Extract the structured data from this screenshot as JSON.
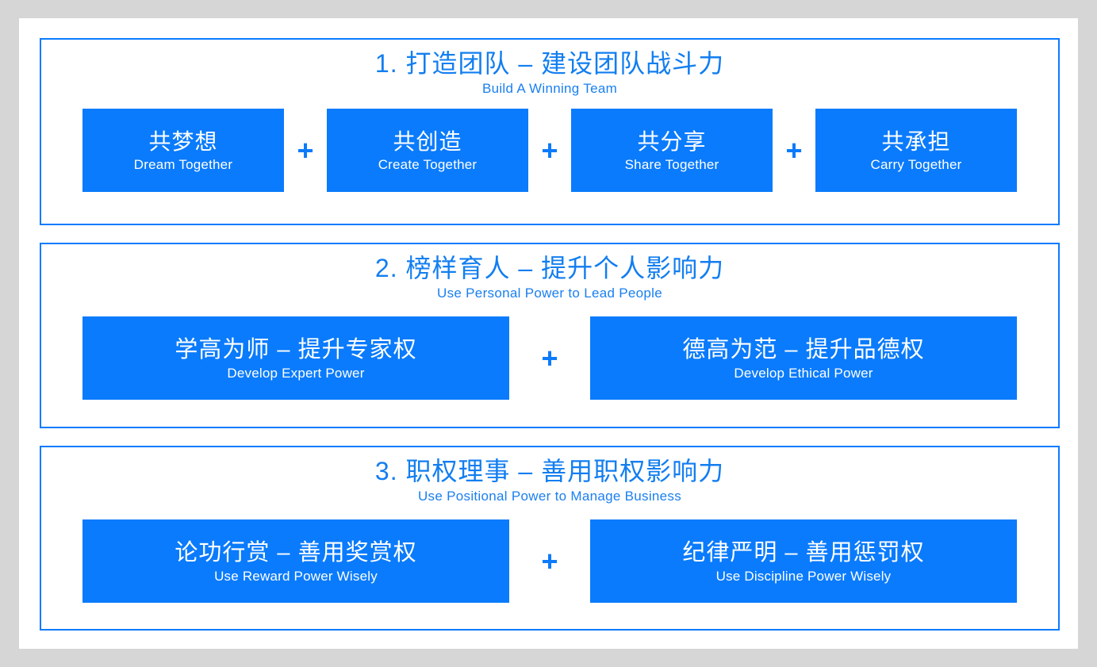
{
  "theme": {
    "page_background": "#d6d6d6",
    "canvas_background": "#ffffff",
    "frame_border": "#0b7bfc",
    "card_fill": "#0a7bfc",
    "card_text": "#ffffff",
    "heading_text": "#127ef0",
    "plus_symbol": "+"
  },
  "sections": [
    {
      "heading_cn": "1. 打造团队 – 建设团队战斗力",
      "heading_en": "Build A Winning Team",
      "cards": [
        {
          "cn": "共梦想",
          "en": "Dream Together"
        },
        {
          "cn": "共创造",
          "en": "Create Together"
        },
        {
          "cn": "共分享",
          "en": "Share Together"
        },
        {
          "cn": "共承担",
          "en": "Carry Together"
        }
      ]
    },
    {
      "heading_cn": "2. 榜样育人 – 提升个人影响力",
      "heading_en": "Use Personal Power to Lead People",
      "cards": [
        {
          "cn": "学高为师 – 提升专家权",
          "en": "Develop Expert Power"
        },
        {
          "cn": "德高为范 – 提升品德权",
          "en": "Develop Ethical Power"
        }
      ]
    },
    {
      "heading_cn": "3. 职权理事 – 善用职权影响力",
      "heading_en": "Use Positional Power to Manage Business",
      "cards": [
        {
          "cn": "论功行赏 – 善用奖赏权",
          "en": "Use Reward Power Wisely"
        },
        {
          "cn": "纪律严明 – 善用惩罚权",
          "en": "Use Discipline Power Wisely"
        }
      ]
    }
  ]
}
